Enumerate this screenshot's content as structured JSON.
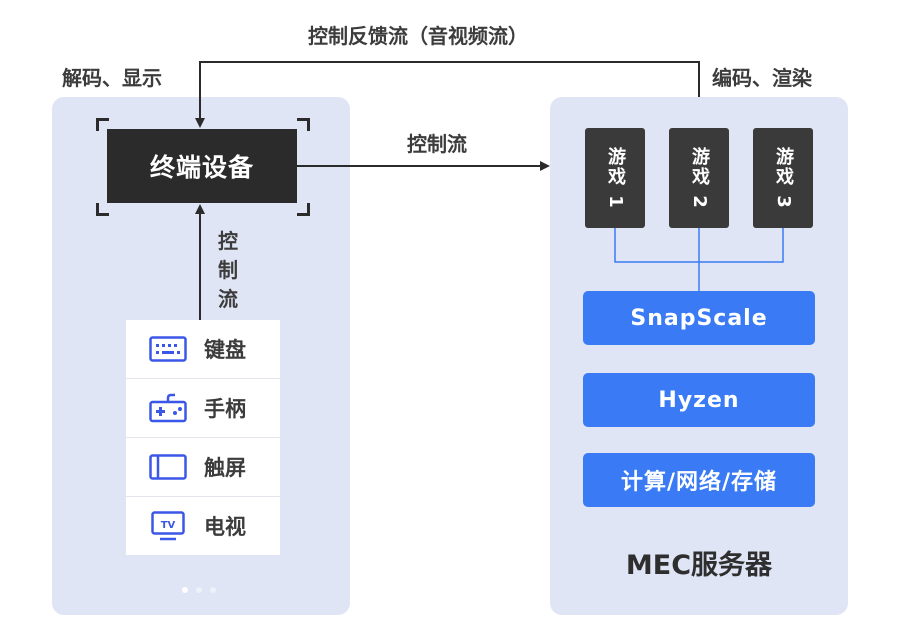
{
  "labels": {
    "top": "控制反馈流（音视频流）",
    "decode": "解码、显示",
    "encode": "编码、渲染",
    "control_mid": "控制流",
    "control_vertical": "控制流"
  },
  "terminal": {
    "title": "终端设备"
  },
  "devices": [
    {
      "label": "键盘",
      "icon": "keyboard-icon"
    },
    {
      "label": "手柄",
      "icon": "gamepad-icon"
    },
    {
      "label": "触屏",
      "icon": "touchscreen-icon"
    },
    {
      "label": "电视",
      "icon": "tv-icon"
    }
  ],
  "games": [
    "游戏 1",
    "游戏 2",
    "游戏 3"
  ],
  "layers": [
    "SnapScale",
    "Hyzen",
    "计算/网络/存储"
  ],
  "server": {
    "title": "MEC服务器"
  },
  "colors": {
    "accent": "#3a7bf5",
    "panel": "#dfe5f5",
    "dark": "#2b2b2b",
    "icon": "#3b57e8"
  }
}
